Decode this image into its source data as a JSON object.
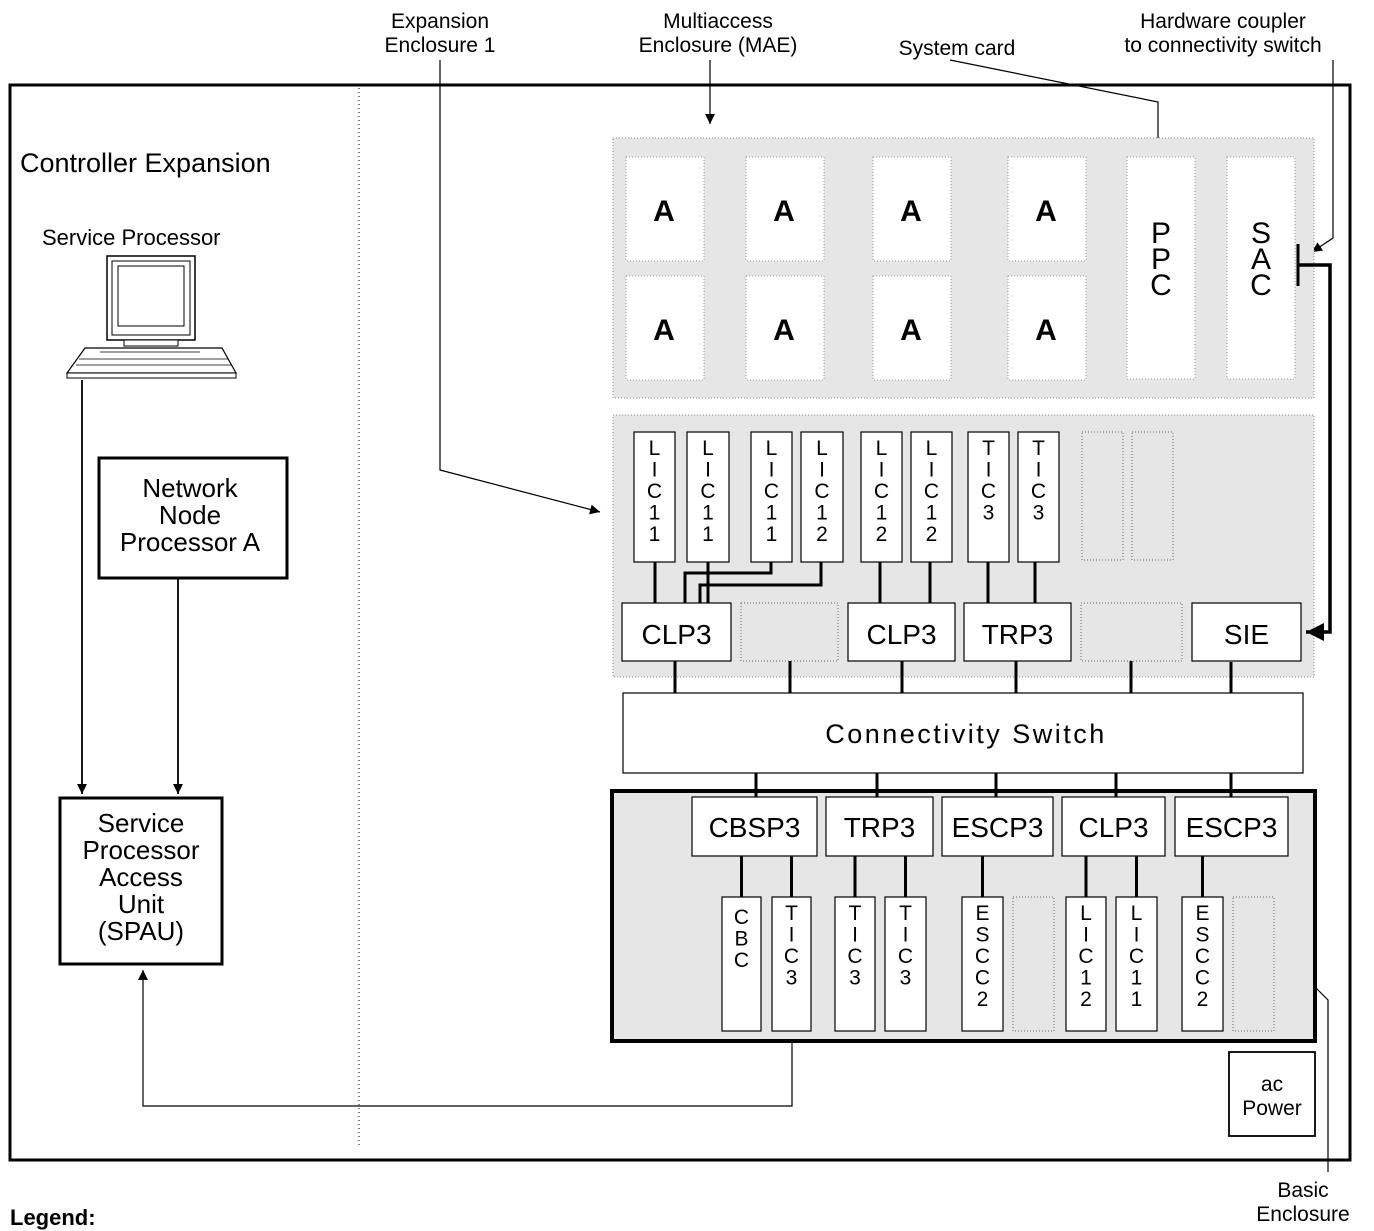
{
  "callouts": {
    "expansion_enclosure": [
      "Expansion",
      "Enclosure  1"
    ],
    "mae": [
      "Multiaccess",
      "Enclosure  (MAE)"
    ],
    "system_card": "System  card",
    "hardware_coupler": [
      "Hardware  coupler",
      "to  connectivity  switch"
    ],
    "basic_enclosure": [
      "Basic",
      "Enclosure"
    ]
  },
  "left_panel": {
    "title": "Controller Expansion",
    "service_processor": "Service Processor",
    "nnp": [
      "Network",
      "Node",
      "Processor  A"
    ],
    "spau": [
      "Service",
      "Processor",
      "Access",
      "Unit",
      "(SPAU)"
    ]
  },
  "mae": {
    "adapter_label": "A",
    "ppc": [
      "P",
      "P",
      "C"
    ],
    "sac": [
      "S",
      "A",
      "C"
    ]
  },
  "expansion": {
    "lics": [
      [
        "L",
        "I",
        "C",
        "1",
        "1"
      ],
      [
        "L",
        "I",
        "C",
        "1",
        "1"
      ],
      [
        "L",
        "I",
        "C",
        "1",
        "1"
      ],
      [
        "L",
        "I",
        "C",
        "1",
        "2"
      ],
      [
        "L",
        "I",
        "C",
        "1",
        "2"
      ],
      [
        "L",
        "I",
        "C",
        "1",
        "2"
      ],
      [
        "T",
        "I",
        "C",
        "3"
      ],
      [
        "T",
        "I",
        "C",
        "3"
      ]
    ],
    "processors": [
      "CLP3",
      "CLP3",
      "TRP3",
      "SIE"
    ]
  },
  "switch_label": "Connectivity  Switch",
  "basic": {
    "processors": [
      "CBSP3",
      "TRP3",
      "ESCP3",
      "CLP3",
      "ESCP3"
    ],
    "cards": [
      [
        "C",
        "B",
        "C"
      ],
      [
        "T",
        "I",
        "C",
        "3"
      ],
      [
        "T",
        "I",
        "C",
        "3"
      ],
      [
        "T",
        "I",
        "C",
        "3"
      ],
      [
        "E",
        "S",
        "C",
        "C",
        "2"
      ],
      [
        "L",
        "I",
        "C",
        "1",
        "2"
      ],
      [
        "L",
        "I",
        "C",
        "1",
        "1"
      ],
      [
        "E",
        "S",
        "C",
        "C",
        "2"
      ]
    ]
  },
  "ac_power": [
    "ac",
    "Power"
  ],
  "legend": "Legend:"
}
